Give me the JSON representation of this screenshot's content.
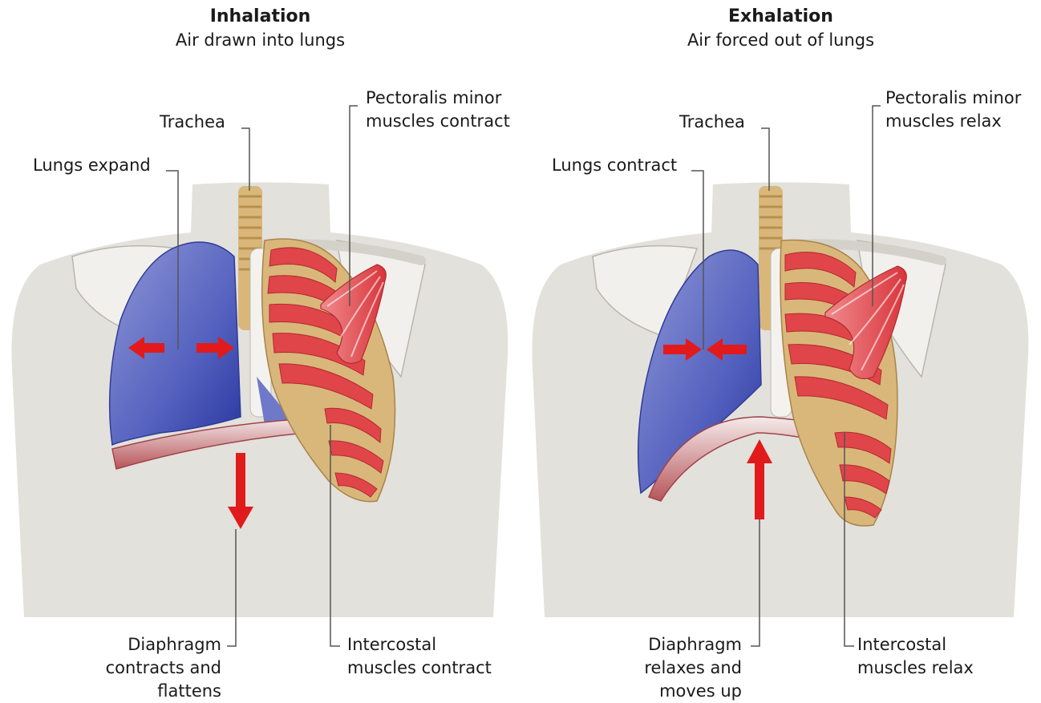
{
  "inhalation": {
    "title": "Inhalation",
    "subtitle": "Air drawn into lungs",
    "trachea": "Trachea",
    "lungs": "Lungs expand",
    "pectoralis": "Pectoralis minor\nmuscles contract",
    "diaphragm": "Diaphragm\ncontracts and\nflattens",
    "intercostal": "Intercostal\nmuscles contract"
  },
  "exhalation": {
    "title": "Exhalation",
    "subtitle": "Air forced out of lungs",
    "trachea": "Trachea",
    "lungs": "Lungs contract",
    "pectoralis": "Pectoralis minor\nmuscles relax",
    "diaphragm": "Diaphragm\nrelaxes and\nmoves up",
    "intercostal": "Intercostal\nmuscles relax"
  },
  "colors": {
    "body": "#e2e1dc",
    "lung": "#4a58b8",
    "muscle": "#e0454a",
    "rib": "#d9b77a",
    "arrow": "#e11b1b",
    "leader": "#555555"
  }
}
